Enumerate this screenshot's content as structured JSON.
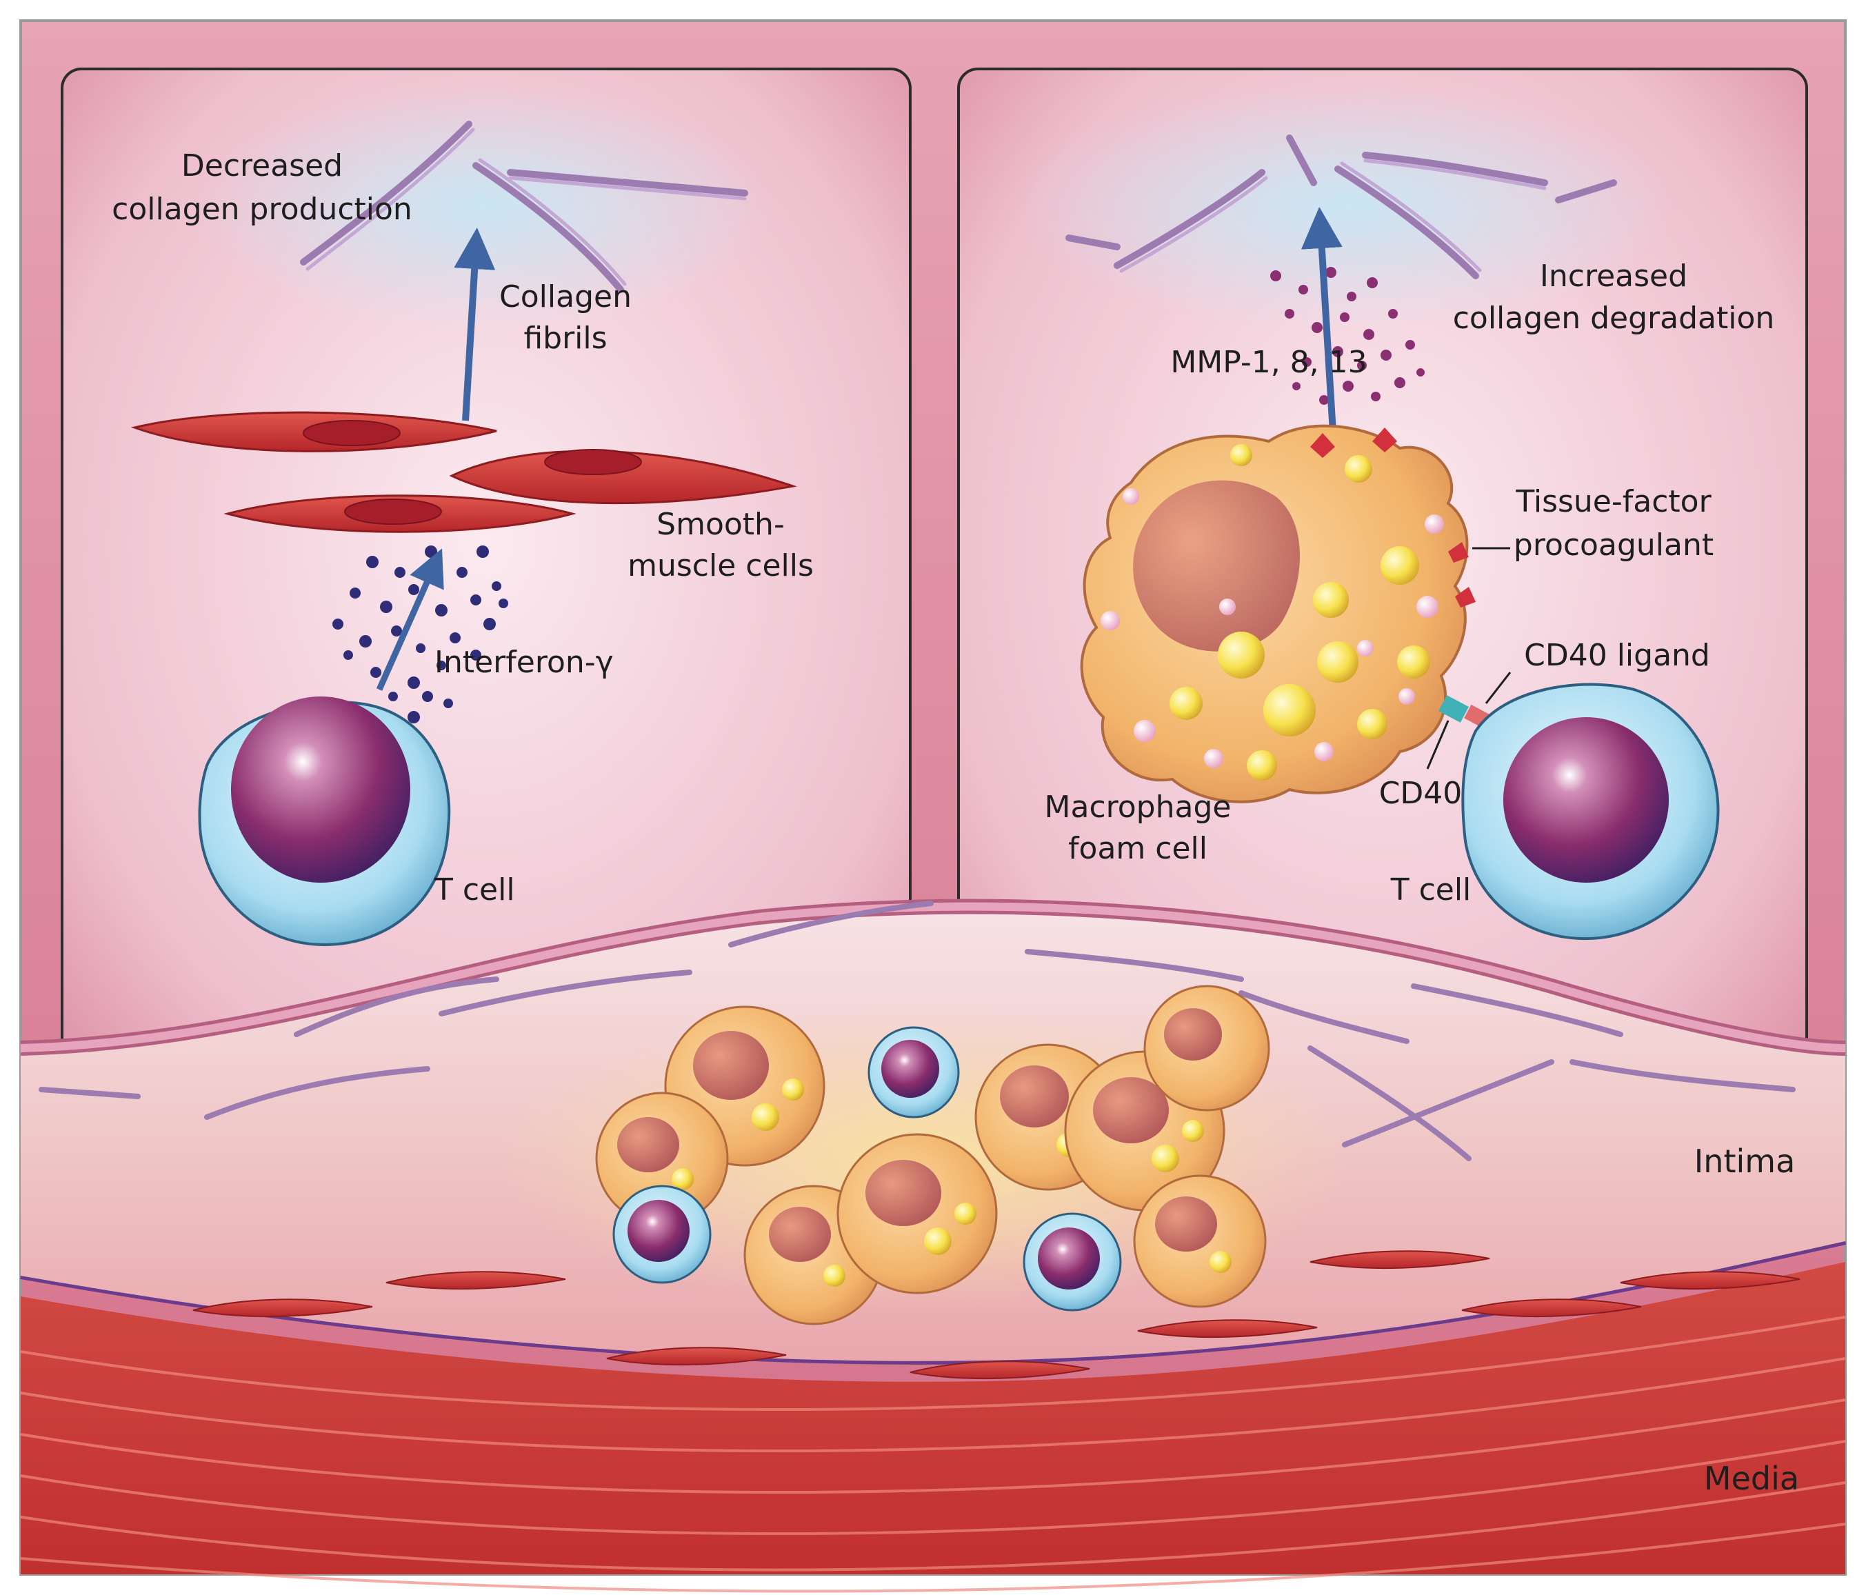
{
  "colors": {
    "background_pink": "#d9788f",
    "panel_fill": "#f3d3dc",
    "collagen": "#9c7bb0",
    "smooth_muscle": "#c8332e",
    "t_cell_nucleus": "#7c2a63",
    "t_cell_membrane": "#aee0f2",
    "foam_cell": "#f2b46a",
    "lipid_droplet": "#f7e14c",
    "arrow_blue": "#3f66a3",
    "media_red": "#c93a37"
  },
  "left_panel": {
    "label_decreased_collagen_1": "Decreased",
    "label_decreased_collagen_2": "collagen production",
    "label_collagen_fibrils_1": "Collagen",
    "label_collagen_fibrils_2": "fibrils",
    "label_smooth_muscle_1": "Smooth-",
    "label_smooth_muscle_2": "muscle cells",
    "label_interferon": "Interferon-γ",
    "label_t_cell": "T cell"
  },
  "right_panel": {
    "label_increased_collagen_1": "Increased",
    "label_increased_collagen_2": "collagen degradation",
    "label_mmp": "MMP-1, 8, 13",
    "label_tissue_factor_1": "Tissue-factor",
    "label_tissue_factor_2": "procoagulant",
    "label_cd40_ligand": "CD40 ligand",
    "label_cd40": "CD40",
    "label_macrophage_1": "Macrophage",
    "label_macrophage_2": "foam cell",
    "label_t_cell": "T cell"
  },
  "artery": {
    "label_intima": "Intima",
    "label_media": "Media"
  }
}
